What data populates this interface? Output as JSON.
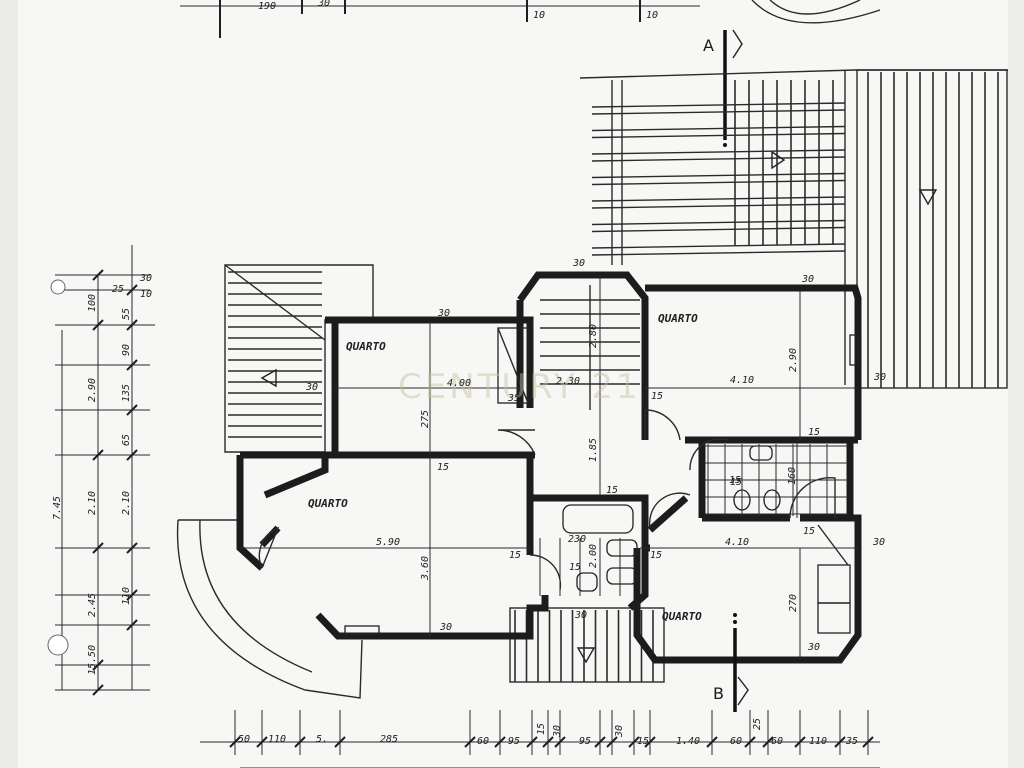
{
  "watermark": "CENTURY 21",
  "rooms": {
    "top_left": "QUARTO",
    "top_right": "QUARTO",
    "middle_left": "QUARTO",
    "bottom_right": "QUARTO"
  },
  "section_markers": {
    "a": "A",
    "b": "B"
  },
  "interior_dims": {
    "d30_stair_top": "30",
    "d30_tr": "30",
    "d30_tl": "30",
    "d30_left": "30",
    "d30_right_edge": "30",
    "d400": "4.00",
    "d275": "275",
    "d230": "2.30",
    "d280": "2.80",
    "d15_stair": "15",
    "d410_top": "4.10",
    "d290_room": "2.90",
    "d15_bath_top": "15",
    "d15_hall": "15",
    "d185": "1.85",
    "d15_wc": "15",
    "d160": "160",
    "d15_mid": "15",
    "d15_bath_a": "15",
    "d590": "5.90",
    "d360": "3.60",
    "d15_left_bath": "15",
    "d230_bath": "230",
    "d200": "2.00",
    "d15_bath_b": "15",
    "d15_hall_b": "15",
    "d410_bottom": "4.10",
    "d15_br": "15",
    "d30_br_right": "30",
    "d270": "270",
    "d30_bottom_stair": "30",
    "d30_bottom": "30",
    "d30_bottom_right": "30",
    "d35_inner": "35",
    "d15_15": "15"
  },
  "left_dims": {
    "col1": [
      "100",
      "2.90",
      "2.10",
      "2.45",
      "15.50"
    ],
    "col2": [
      "25",
      "55",
      "90",
      "135",
      "65",
      "2.10",
      "110"
    ],
    "col3": [
      "30",
      "10"
    ],
    "total": "7.45"
  },
  "bottom_dims": [
    "50",
    "110",
    "5.",
    "285",
    "60",
    "95",
    "15",
    "30",
    "95",
    "30",
    "15",
    "1.40",
    "60",
    "25",
    "60",
    "110",
    "35"
  ],
  "top_dims": [
    "190",
    "30",
    "10",
    "10"
  ]
}
